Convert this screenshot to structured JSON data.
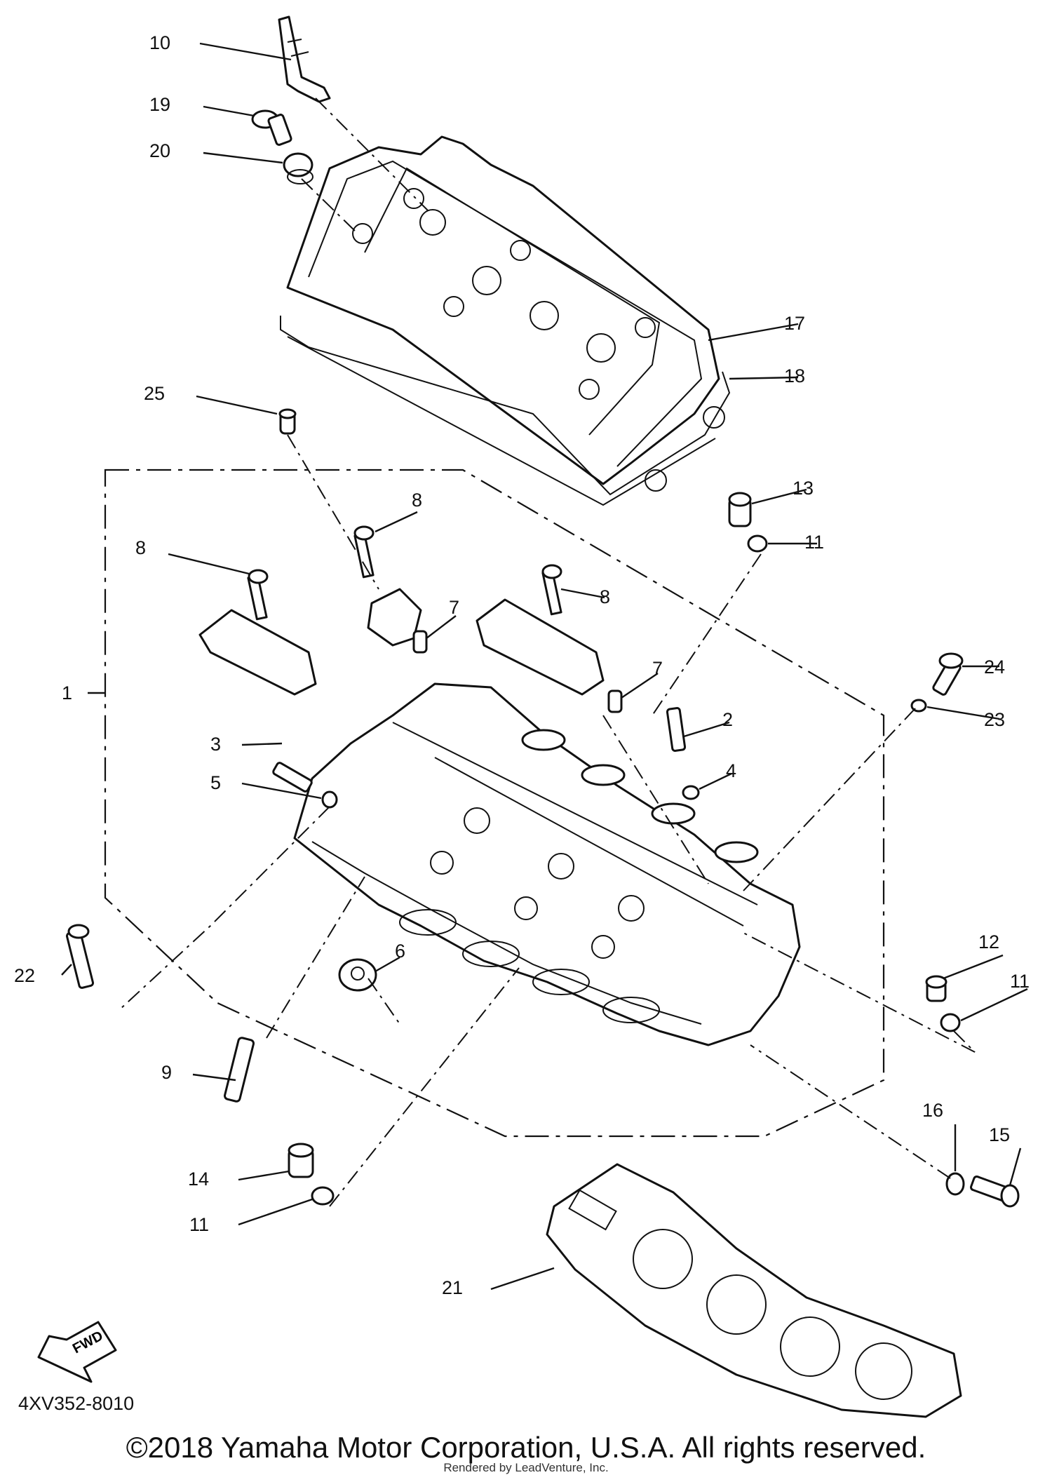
{
  "diagram": {
    "code": "4XV352-8010",
    "fwd_label": "FWD",
    "copyright": "©2018 Yamaha Motor Corporation, U.S.A. All rights reserved.",
    "rendered_by": "Rendered by LeadVenture, Inc."
  },
  "callouts": [
    {
      "id": "c10",
      "label": "10"
    },
    {
      "id": "c19",
      "label": "19"
    },
    {
      "id": "c20",
      "label": "20"
    },
    {
      "id": "c17",
      "label": "17"
    },
    {
      "id": "c18",
      "label": "18"
    },
    {
      "id": "c25",
      "label": "25"
    },
    {
      "id": "c13",
      "label": "13"
    },
    {
      "id": "c11a",
      "label": "11"
    },
    {
      "id": "c8a",
      "label": "8"
    },
    {
      "id": "c8b",
      "label": "8"
    },
    {
      "id": "c8c",
      "label": "8"
    },
    {
      "id": "c7a",
      "label": "7"
    },
    {
      "id": "c7b",
      "label": "7"
    },
    {
      "id": "c1",
      "label": "1"
    },
    {
      "id": "c24",
      "label": "24"
    },
    {
      "id": "c23",
      "label": "23"
    },
    {
      "id": "c2",
      "label": "2"
    },
    {
      "id": "c3",
      "label": "3"
    },
    {
      "id": "c4",
      "label": "4"
    },
    {
      "id": "c5",
      "label": "5"
    },
    {
      "id": "c6",
      "label": "6"
    },
    {
      "id": "c22",
      "label": "22"
    },
    {
      "id": "c12",
      "label": "12"
    },
    {
      "id": "c11b",
      "label": "11"
    },
    {
      "id": "c9",
      "label": "9"
    },
    {
      "id": "c16",
      "label": "16"
    },
    {
      "id": "c15",
      "label": "15"
    },
    {
      "id": "c14",
      "label": "14"
    },
    {
      "id": "c11c",
      "label": "11"
    },
    {
      "id": "c21",
      "label": "21"
    }
  ]
}
